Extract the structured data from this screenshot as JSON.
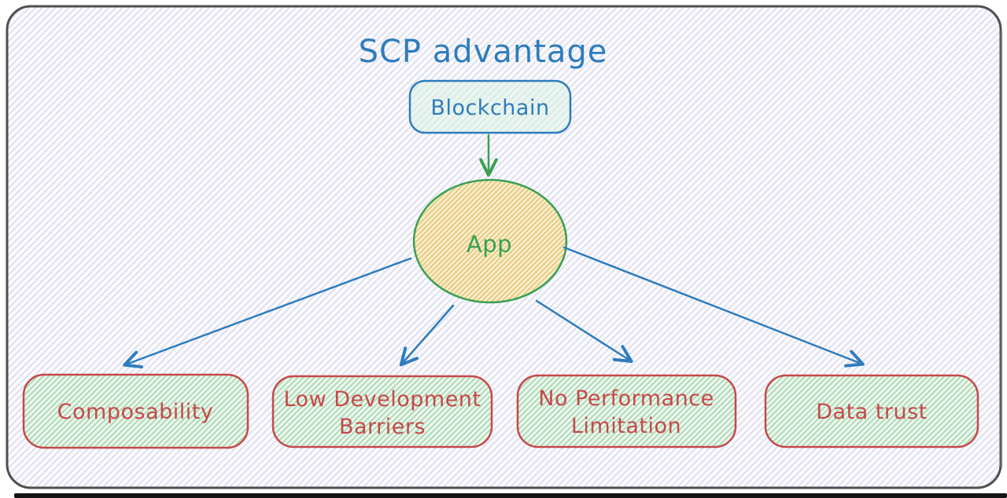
{
  "diagram": {
    "title": "SCP advantage",
    "nodes": {
      "blockchain": {
        "label": "Blockchain"
      },
      "app": {
        "label": "App"
      }
    },
    "benefits": [
      {
        "label": "Composability",
        "line1": "Composability"
      },
      {
        "label": "Low Development Barriers",
        "line1": "Low Development",
        "line2": "Barriers"
      },
      {
        "label": "No Performance Limitation",
        "line1": "No Performance",
        "line2": "Limitation"
      },
      {
        "label": "Data trust",
        "line1": "Data trust"
      }
    ],
    "colors": {
      "blue": "#2e7cbd",
      "green": "#3aa053",
      "red": "#c64949",
      "frame": "#4f4f4f",
      "bg_hatch": "#dcdcee",
      "green_fill": "#ecf7ee",
      "tan_fill": "#f8efd4",
      "teal_fill": "#ebf5f1"
    }
  }
}
